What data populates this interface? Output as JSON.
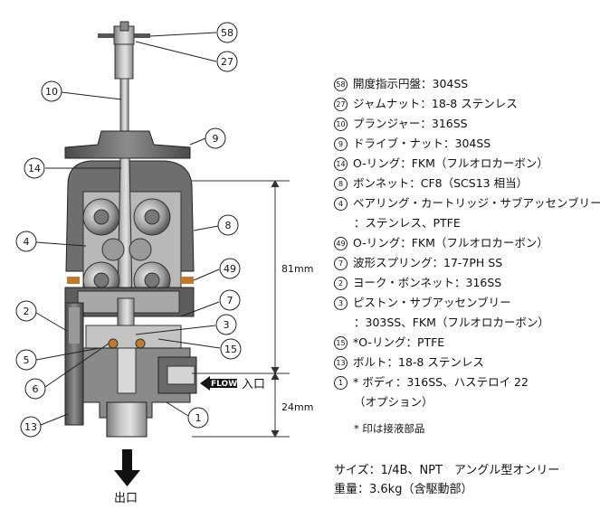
{
  "callouts": [
    "58",
    "27",
    "10",
    "9",
    "14",
    "8",
    "4",
    "49",
    "7",
    "2",
    "3",
    "15",
    "5",
    "6",
    "13",
    "1"
  ],
  "dimensions": {
    "upper": "81mm",
    "lower": "24mm"
  },
  "flow_label": "FLOW",
  "inlet_label": "入口",
  "outlet_label": "出口",
  "legend": [
    {
      "num": "58",
      "text": "開度指示円盤：304SS"
    },
    {
      "num": "27",
      "text": "ジャムナット：18-8 ステンレス"
    },
    {
      "num": "10",
      "text": "プランジャー：316SS"
    },
    {
      "num": "9",
      "text": "ドライブ・ナット：304SS"
    },
    {
      "num": "14",
      "text": "O-リング：FKM（フルオロカーボン）"
    },
    {
      "num": "8",
      "text": "ボンネット：CF8（SCS13 相当）"
    },
    {
      "num": "4",
      "text": "ベアリング・カートリッジ・サブアッセンブリー",
      "cont": "：ステンレス、PTFE"
    },
    {
      "num": "49",
      "text": "O-リング：FKM（フルオロカーボン）"
    },
    {
      "num": "7",
      "text": "波形スプリング：17-7PH SS"
    },
    {
      "num": "2",
      "text": "ヨーク・ボンネット：316SS"
    },
    {
      "num": "3",
      "text": "ピストン・サブアッセンブリー",
      "cont": "：303SS、FKM（フルオロカーボン）"
    },
    {
      "num": "15",
      "text": "*O-リング：PTFE"
    },
    {
      "num": "13",
      "text": "ボルト：18-8 ステンレス"
    },
    {
      "num": "1",
      "text": "* ボディ：316SS、ハステロイ 22",
      "cont": "（オプション）"
    }
  ],
  "note": "* 印は接液部品",
  "size_line": "サイズ：1/4B、NPT　アングル型オンリー",
  "weight_line": "重量：3.6kg（含駆動部）"
}
